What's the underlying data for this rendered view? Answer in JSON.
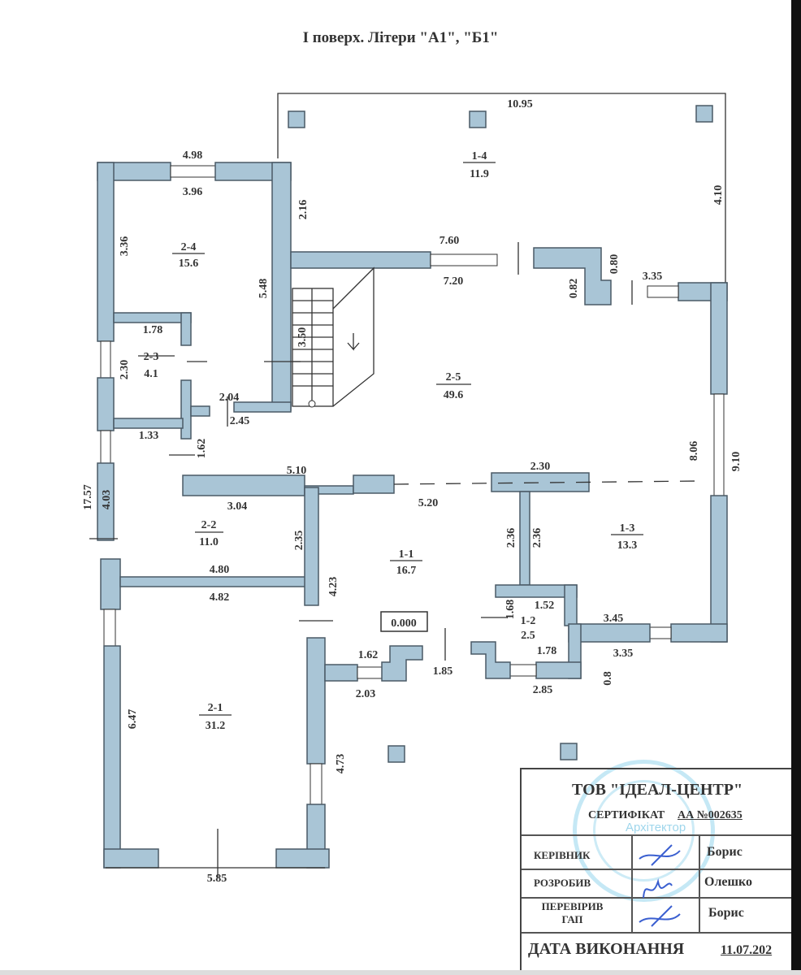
{
  "title": "І поверх. Літери \"А1\", \"Б1\"",
  "rooms": [
    {
      "id": "1-4",
      "area": "11.9"
    },
    {
      "id": "2-4",
      "area": "15.6"
    },
    {
      "id": "2-3",
      "area": "4.1"
    },
    {
      "id": "2-5",
      "area": "49.6"
    },
    {
      "id": "2-2",
      "area": "11.0"
    },
    {
      "id": "1-1",
      "area": "16.7"
    },
    {
      "id": "1-3",
      "area": "13.3"
    },
    {
      "id": "1-2",
      "area": "2.5"
    },
    {
      "id": "2-1",
      "area": "31.2"
    }
  ],
  "dims": [
    "10.95",
    "4.98",
    "3.96",
    "2.16",
    "4.10",
    "3.36",
    "5.48",
    "7.60",
    "7.20",
    "0.80",
    "0.82",
    "3.35",
    "1.78",
    "3.50",
    "2.30",
    "2.04",
    "2.45",
    "1.33",
    "1.62",
    "8.06",
    "9.10",
    "5.10",
    "2.30",
    "17.57",
    "4.03",
    "3.04",
    "5.20",
    "2.36",
    "2.36",
    "2.35",
    "4.80",
    "4.82",
    "4.23",
    "1.52",
    "1.68",
    "3.45",
    "1.78",
    "3.35",
    "0.8",
    "1.62",
    "1.85",
    "2.03",
    "2.85",
    "6.47",
    "4.73",
    "5.85"
  ],
  "level_mark": "0.000",
  "title_block": {
    "company": "ТОВ \"ІДЕАЛ-ЦЕНТР\"",
    "cert_label": "СЕРТИФІКАТ",
    "cert_no": "АА №002635",
    "rows": [
      {
        "role": "КЕРІВНИК",
        "name": "Борис"
      },
      {
        "role": "РОЗРОБИВ",
        "name": "Олешко"
      },
      {
        "role": "ПЕРЕВІРИВ ГАП",
        "name": "Борис"
      }
    ],
    "date_label": "ДАТА ВИКОНАННЯ",
    "date": "11.07.202",
    "stamp_text": "Архітектор"
  },
  "colors": {
    "wall": "#a9c5d6",
    "stamp": "#5abee1"
  }
}
